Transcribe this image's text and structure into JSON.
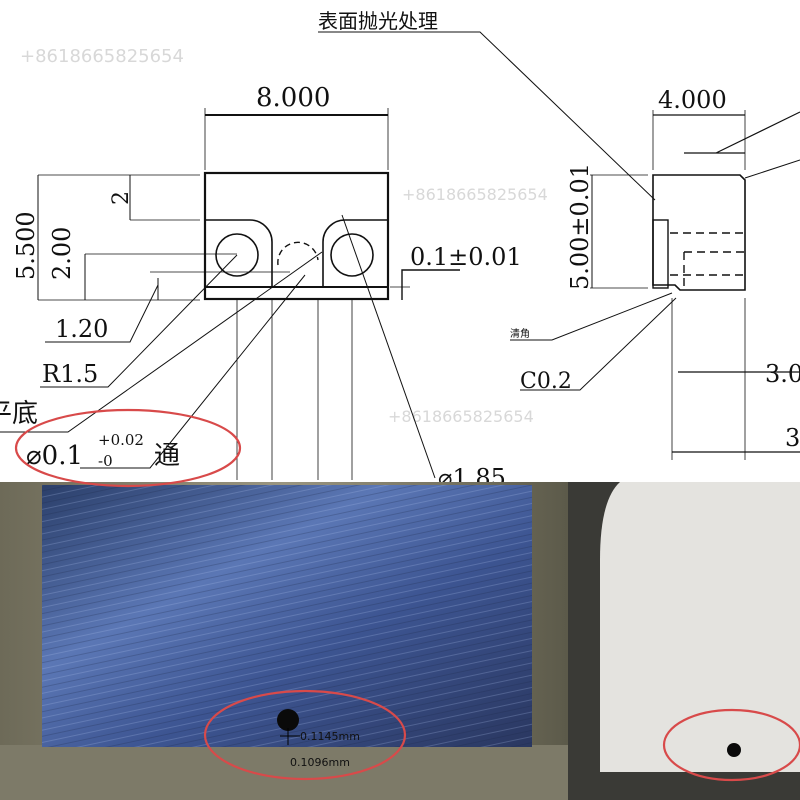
{
  "drawing": {
    "surface_note": "表面抛光处理",
    "dim_width": "8.000",
    "dim_height_total": "5.500",
    "dim_height_hole": "2.00",
    "dim_top": "2",
    "dim_offset": "1.20",
    "radius": "R1.5",
    "flat_bottom_note_partial": "平底",
    "hole_dia": "⌀0.1",
    "hole_tol_plus": "+0.02",
    "hole_tol_minus": "-0",
    "hole_through": "通",
    "step_dim": "0.1±0.01",
    "hole_dia_large": "⌀1.85",
    "side_width": "4.000",
    "side_height": "5.00±0.01",
    "clear_corner": "清角",
    "chamfer": "C0.2",
    "side_dim_partial_1": "3.0",
    "side_dim_partial_2": "3"
  },
  "photo": {
    "measure_1": "0.1145mm",
    "measure_2": "0.1096mm"
  },
  "watermark": "+8618665825654",
  "colors": {
    "highlight": "#d84a4a",
    "line": "#111111"
  }
}
